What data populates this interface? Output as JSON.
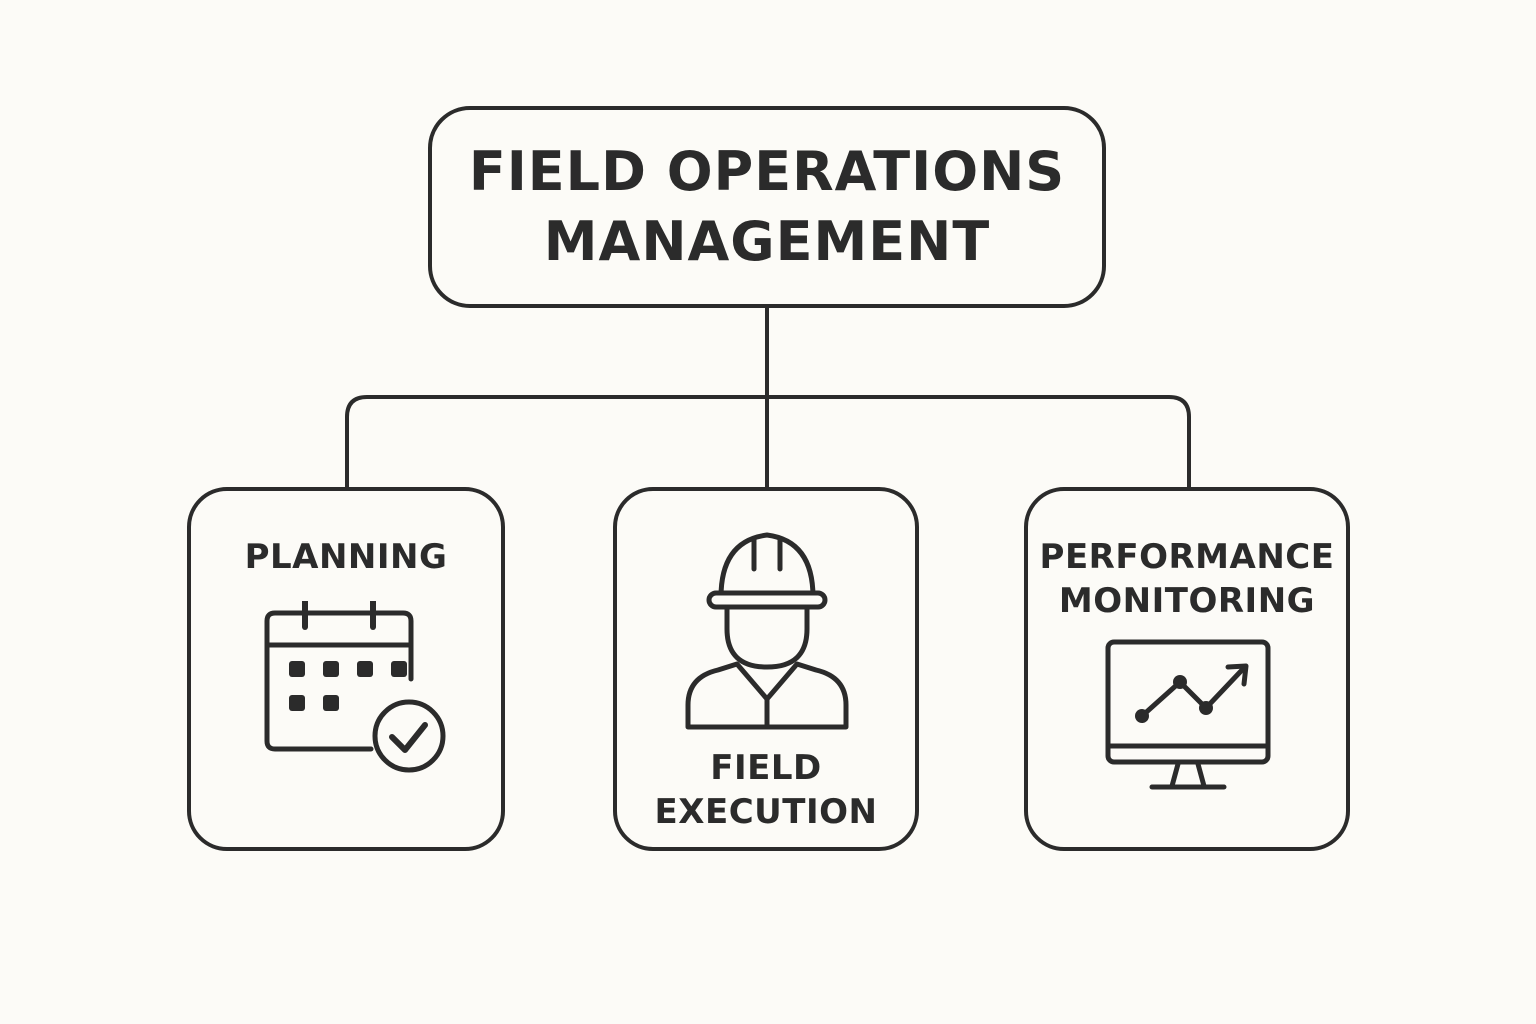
{
  "root": {
    "title": "FIELD OPERATIONS\nMANAGEMENT"
  },
  "children": [
    {
      "label": "PLANNING",
      "icon": "calendar-check-icon"
    },
    {
      "label": "FIELD\nEXECUTION",
      "icon": "hard-hat-worker-icon"
    },
    {
      "label": "PERFORMANCE\nMONITORING",
      "icon": "monitor-line-chart-icon"
    }
  ],
  "colors": {
    "stroke": "#2b2b2b",
    "background": "#fcfbf7"
  }
}
